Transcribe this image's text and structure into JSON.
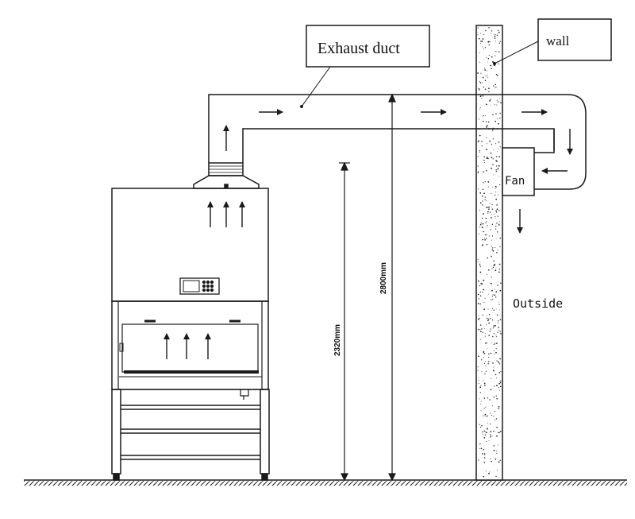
{
  "labels": {
    "exhaust_duct": "Exhaust duct",
    "wall": "wall",
    "fan": "Fan",
    "outside": "Outside"
  },
  "dimensions": {
    "cabinet_height": "2320mm",
    "duct_height": "2800mm"
  },
  "icons": {
    "airflow": "arrow-icon",
    "ground": "ground-hatch-icon",
    "wall": "wall-texture-icon"
  },
  "colors": {
    "line": "#1a1a1a",
    "background": "#ffffff"
  }
}
